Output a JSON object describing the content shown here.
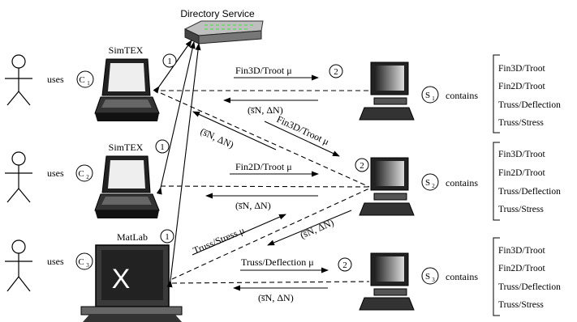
{
  "directory_label": "Directory Service",
  "clients": [
    {
      "uses": "uses",
      "id": "C",
      "sub": "1",
      "app": "SimTEX"
    },
    {
      "uses": "uses",
      "id": "C",
      "sub": "2",
      "app": "SimTEX"
    },
    {
      "uses": "uses",
      "id": "C",
      "sub": "3",
      "app": "MatLab"
    }
  ],
  "servers": [
    {
      "id": "S",
      "sub": "1",
      "contains": "contains",
      "items": [
        "Fin3D/Troot",
        "Fin2D/Troot",
        "Truss/Deflection",
        "Truss/Stress"
      ]
    },
    {
      "id": "S",
      "sub": "2",
      "contains": "contains",
      "items": [
        "Fin3D/Troot",
        "Fin2D/Troot",
        "Truss/Deflection",
        "Truss/Stress"
      ]
    },
    {
      "id": "S",
      "sub": "3",
      "contains": "contains",
      "items": [
        "Fin3D/Troot",
        "Fin2D/Troot",
        "Truss/Deflection",
        "Truss/Stress"
      ]
    }
  ],
  "step_one": "1",
  "step_two": "2",
  "requests": [
    "Fin3D/Troot μ",
    "Fin3D/Troot μ",
    "Fin2D/Troot μ",
    "Truss/Stress μ",
    "Truss/Deflection μ"
  ],
  "response": "(s̅N, ΔN)",
  "matlab_x": "X"
}
